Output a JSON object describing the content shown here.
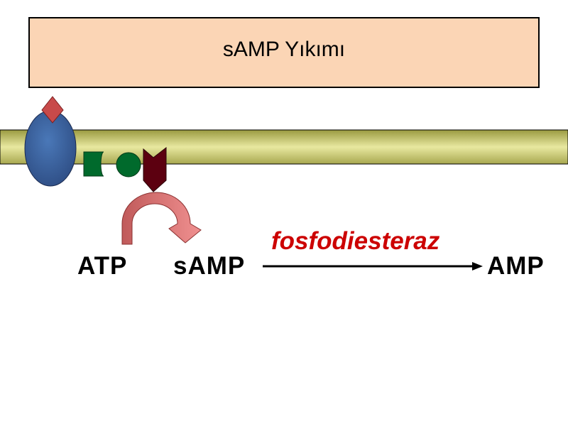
{
  "title": "sAMP Yıkımı",
  "reaction": {
    "substrate": "ATP",
    "intermediate": "sAMP",
    "enzyme": "fosfodiesteraz",
    "product": "AMP"
  },
  "colors": {
    "title_background": "#fbd5b5",
    "membrane": "#d8d880",
    "receptor": "#3b64a0",
    "ligand": "#c84a4a",
    "g_protein": "#006a2c",
    "adenylate_cyclase": "#5c0010",
    "conversion_arrow": "#d87a7a",
    "enzyme_text": "#cc0000"
  },
  "icons": [
    "ligand-diamond-icon",
    "receptor-icon",
    "g-protein-icon",
    "adenylate-cyclase-icon",
    "conversion-arrow-icon",
    "reaction-arrow-icon"
  ]
}
